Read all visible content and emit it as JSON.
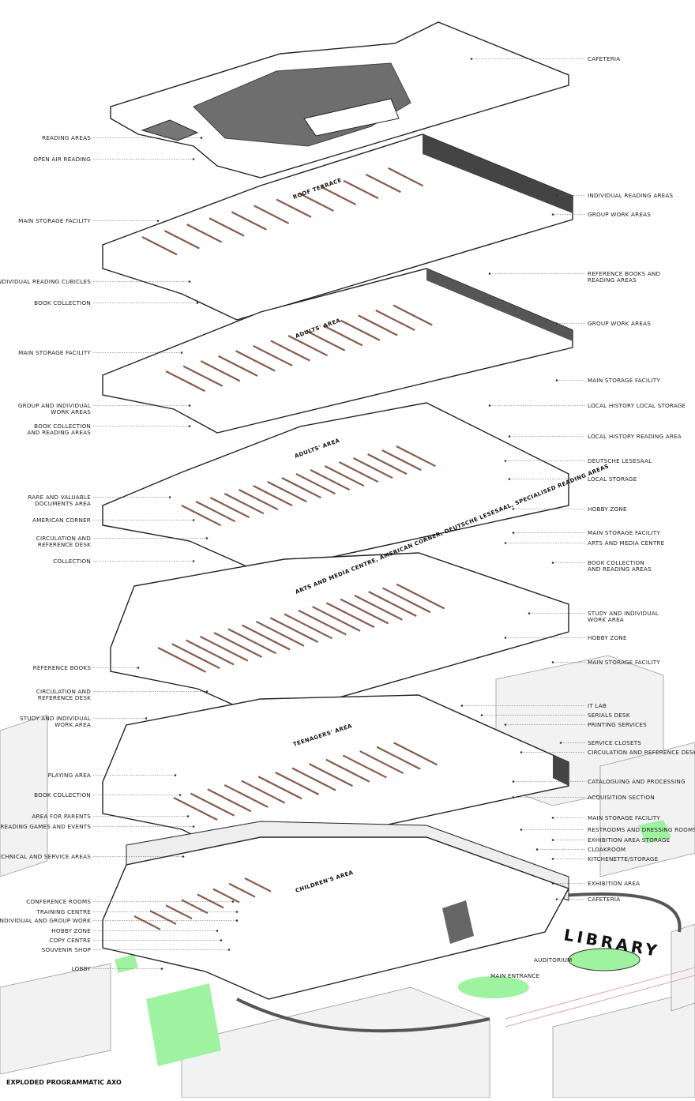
{
  "title": "EXPLODED PROGRAMMATIC AXO",
  "floor_tags": [
    "ROOF TERRACE",
    "ADULTS' AREA",
    "ADULTS' AREA",
    "ARTS AND MEDIA CENTRE, AMERICAN CORNER, DEUTSCHE LESESAAL, SPECIALISED READING AREAS",
    "TEENAGERS' AREA",
    "CHILDREN'S AREA"
  ],
  "sign_text": "LIBRARY",
  "ground_labels": [
    "AUDITORIUM",
    "MAIN ENTRANCE"
  ],
  "left_labels": [
    [
      "READING AREAS"
    ],
    [
      "OPEN AIR READING"
    ],
    [
      "MAIN STORAGE FACILITY"
    ],
    [
      "INDIVIDUAL READING CUBICLES"
    ],
    [
      "BOOK COLLECTION"
    ],
    [
      "MAIN STORAGE FACILITY"
    ],
    [
      "GROUP AND INDIVIDUAL",
      "WORK AREAS"
    ],
    [
      "BOOK COLLECTION",
      "AND READING AREAS"
    ],
    [
      "RARE AND VALUABLE",
      "DOCUMENTS AREA"
    ],
    [
      "AMERICAN CORNER"
    ],
    [
      "CIRCULATION AND",
      "REFERENCE DESK"
    ],
    [
      "COLLECTION"
    ],
    [
      "REFERENCE BOOKS"
    ],
    [
      "CIRCULATION AND",
      "REFERENCE DESK"
    ],
    [
      "STUDY AND INDIVIDUAL",
      "WORK AREA"
    ],
    [
      "PLAYING AREA"
    ],
    [
      "BOOK COLLECTION"
    ],
    [
      "AREA FOR PARENTS"
    ],
    [
      "READING GAMES AND EVENTS"
    ],
    [
      "TECHNICAL AND SERVICE AREAS"
    ],
    [
      "CONFERENCE ROOMS"
    ],
    [
      "TRAINING CENTRE"
    ],
    [
      "INDIVIDUAL AND GROUP WORK"
    ],
    [
      "HOBBY ZONE"
    ],
    [
      "COPY CENTRE"
    ],
    [
      "SOUVENIR SHOP"
    ],
    [
      "LOBBY"
    ]
  ],
  "right_labels": [
    [
      "CAFETERIA"
    ],
    [
      "INDIVIDUAL READING AREAS"
    ],
    [
      "GROUP WORK AREAS"
    ],
    [
      "REFERENCE BOOKS AND",
      "READING AREAS"
    ],
    [
      "GROUP WORK AREAS"
    ],
    [
      "MAIN STORAGE FACILITY"
    ],
    [
      "LOCAL HISTORY LOCAL STORAGE"
    ],
    [
      "LOCAL HISTORY READING AREA"
    ],
    [
      "DEUTSCHE LESESAAL"
    ],
    [
      "LOCAL STORAGE"
    ],
    [
      "HOBBY ZONE"
    ],
    [
      "MAIN STORAGE FACILITY"
    ],
    [
      "ARTS AND MEDIA CENTRE"
    ],
    [
      "BOOK COLLECTION",
      "AND READING AREAS"
    ],
    [
      "STUDY AND INDIVIDUAL",
      "WORK AREA"
    ],
    [
      "HOBBY ZONE"
    ],
    [
      "MAIN STORAGE FACILITY"
    ],
    [
      "IT LAB"
    ],
    [
      "SERIALS DESK"
    ],
    [
      "PRINTING SERVICES"
    ],
    [
      "SERVICE CLOSETS"
    ],
    [
      "CIRCULATION AND REFERENCE DESK"
    ],
    [
      "CATALOGUING AND PROCESSING"
    ],
    [
      "ACQUISITION SECTION"
    ],
    [
      "MAIN STORAGE FACILITY"
    ],
    [
      "RESTROOMS AND DRESSING ROOMS"
    ],
    [
      "EXHIBITION AREA STORAGE"
    ],
    [
      "CLOAKROOM"
    ],
    [
      "KITCHENETTE/STORAGE"
    ],
    [
      "EXHIBITION AREA"
    ],
    [
      "CAFETERIA"
    ]
  ],
  "colors": {
    "shelving": "#8a5a4a",
    "landscape_green": "#9ff29f",
    "glass": "#555555"
  }
}
